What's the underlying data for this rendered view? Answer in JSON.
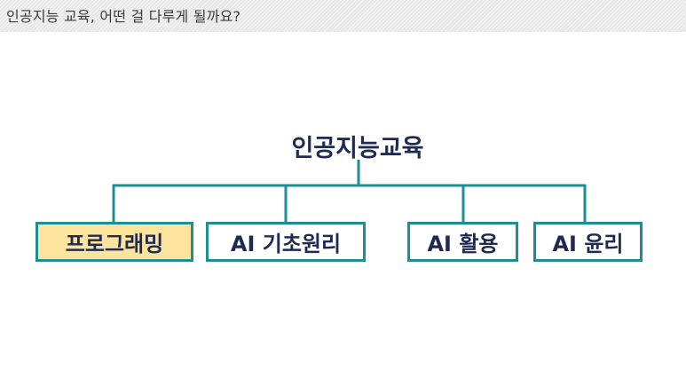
{
  "header": {
    "title": "인공지능 교육, 어떤 걸 다루게 될까요?"
  },
  "diagram": {
    "root_label": "인공지능교육",
    "nodes": [
      {
        "label": "프로그래밍",
        "highlighted": true
      },
      {
        "label": "AI 기초원리",
        "highlighted": false
      },
      {
        "label": "AI 활용",
        "highlighted": false
      },
      {
        "label": "AI 윤리",
        "highlighted": false
      }
    ]
  },
  "colors": {
    "connector": "#1b8f95",
    "node_border": "#1b8f95",
    "highlight_fill": "#fde49c",
    "text": "#1f2a52",
    "header_bg": "#e7e7e7"
  }
}
